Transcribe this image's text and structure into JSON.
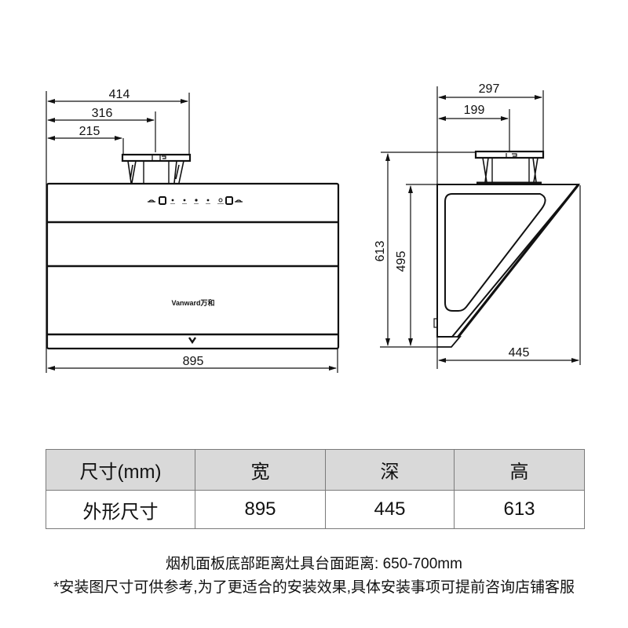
{
  "front_view": {
    "dimensions": {
      "overall_width": "895",
      "duct_right_edge": "414",
      "duct_center": "316",
      "duct_left_edge": "215"
    },
    "brand_logo": "Vanward万和",
    "control_panel_icons": [
      "fan-icon",
      "power-button",
      "light-icon",
      "clean-icon",
      "speed-icon",
      "timer-icon",
      "boost-icon",
      "power-button",
      "fan-icon"
    ]
  },
  "side_view": {
    "dimensions": {
      "overall_height": "613",
      "body_height": "495",
      "depth": "445",
      "duct_far_edge": "297",
      "duct_center": "199"
    }
  },
  "spec_table": {
    "headers": [
      "尺寸(mm)",
      "宽",
      "深",
      "高"
    ],
    "rows": [
      [
        "外形尺寸",
        "895",
        "445",
        "613"
      ]
    ]
  },
  "notes": {
    "install_height": "烟机面板底部距离灶具台面距离: 650-700mm",
    "disclaimer": "*安装图尺寸可供参考,为了更适合的安装效果,具体安装事项可提前咨询店铺客服"
  },
  "colors": {
    "line": "#111111",
    "table_header_bg": "#d9d9d9",
    "table_border": "#7a7a7a"
  }
}
